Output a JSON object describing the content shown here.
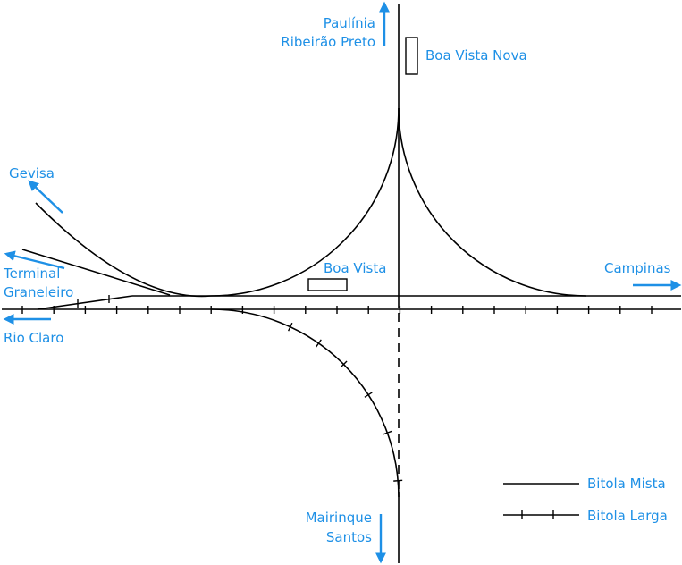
{
  "colors": {
    "label": "#1e90e6",
    "arrow": "#1e90e6",
    "track": "#000000",
    "background": "#ffffff"
  },
  "destinations": {
    "paulinia": "Paulínia",
    "ribeirao_preto": "Ribeirão Preto",
    "gevisa": "Gevisa",
    "terminal": "Terminal",
    "graneleiro": "Graneleiro",
    "rio_claro": "Rio Claro",
    "campinas": "Campinas",
    "mairinque": "Mairinque",
    "santos": "Santos"
  },
  "stations": {
    "boa_vista_nova": "Boa Vista Nova",
    "boa_vista": "Boa Vista"
  },
  "legend": {
    "mixed_gauge": "Bitola Mista",
    "broad_gauge": "Bitola Larga"
  }
}
